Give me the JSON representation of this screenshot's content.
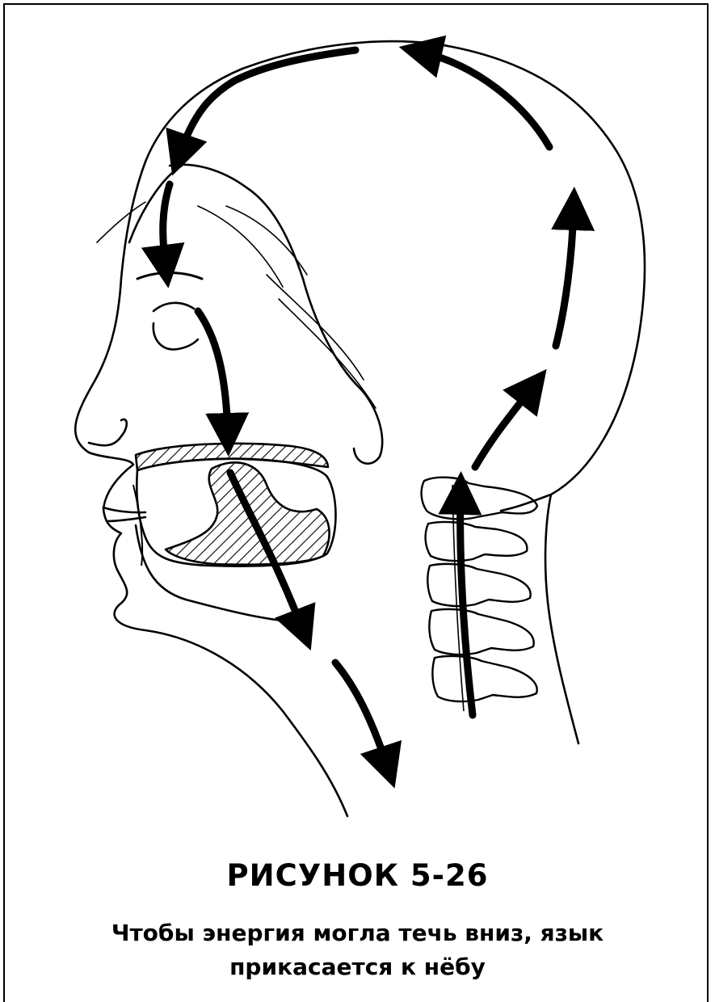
{
  "figure": {
    "title": "РИСУНОК 5-26",
    "caption_line1": "Чтобы энергия могла течь вниз, язык",
    "caption_line2": "прикасается к нёбу"
  },
  "colors": {
    "ink": "#000000",
    "paper": "#ffffff"
  },
  "icons": [
    "energy-flow-arrow",
    "head-profile",
    "spine-vertebrae",
    "tongue-hatched",
    "palate-hatched"
  ]
}
